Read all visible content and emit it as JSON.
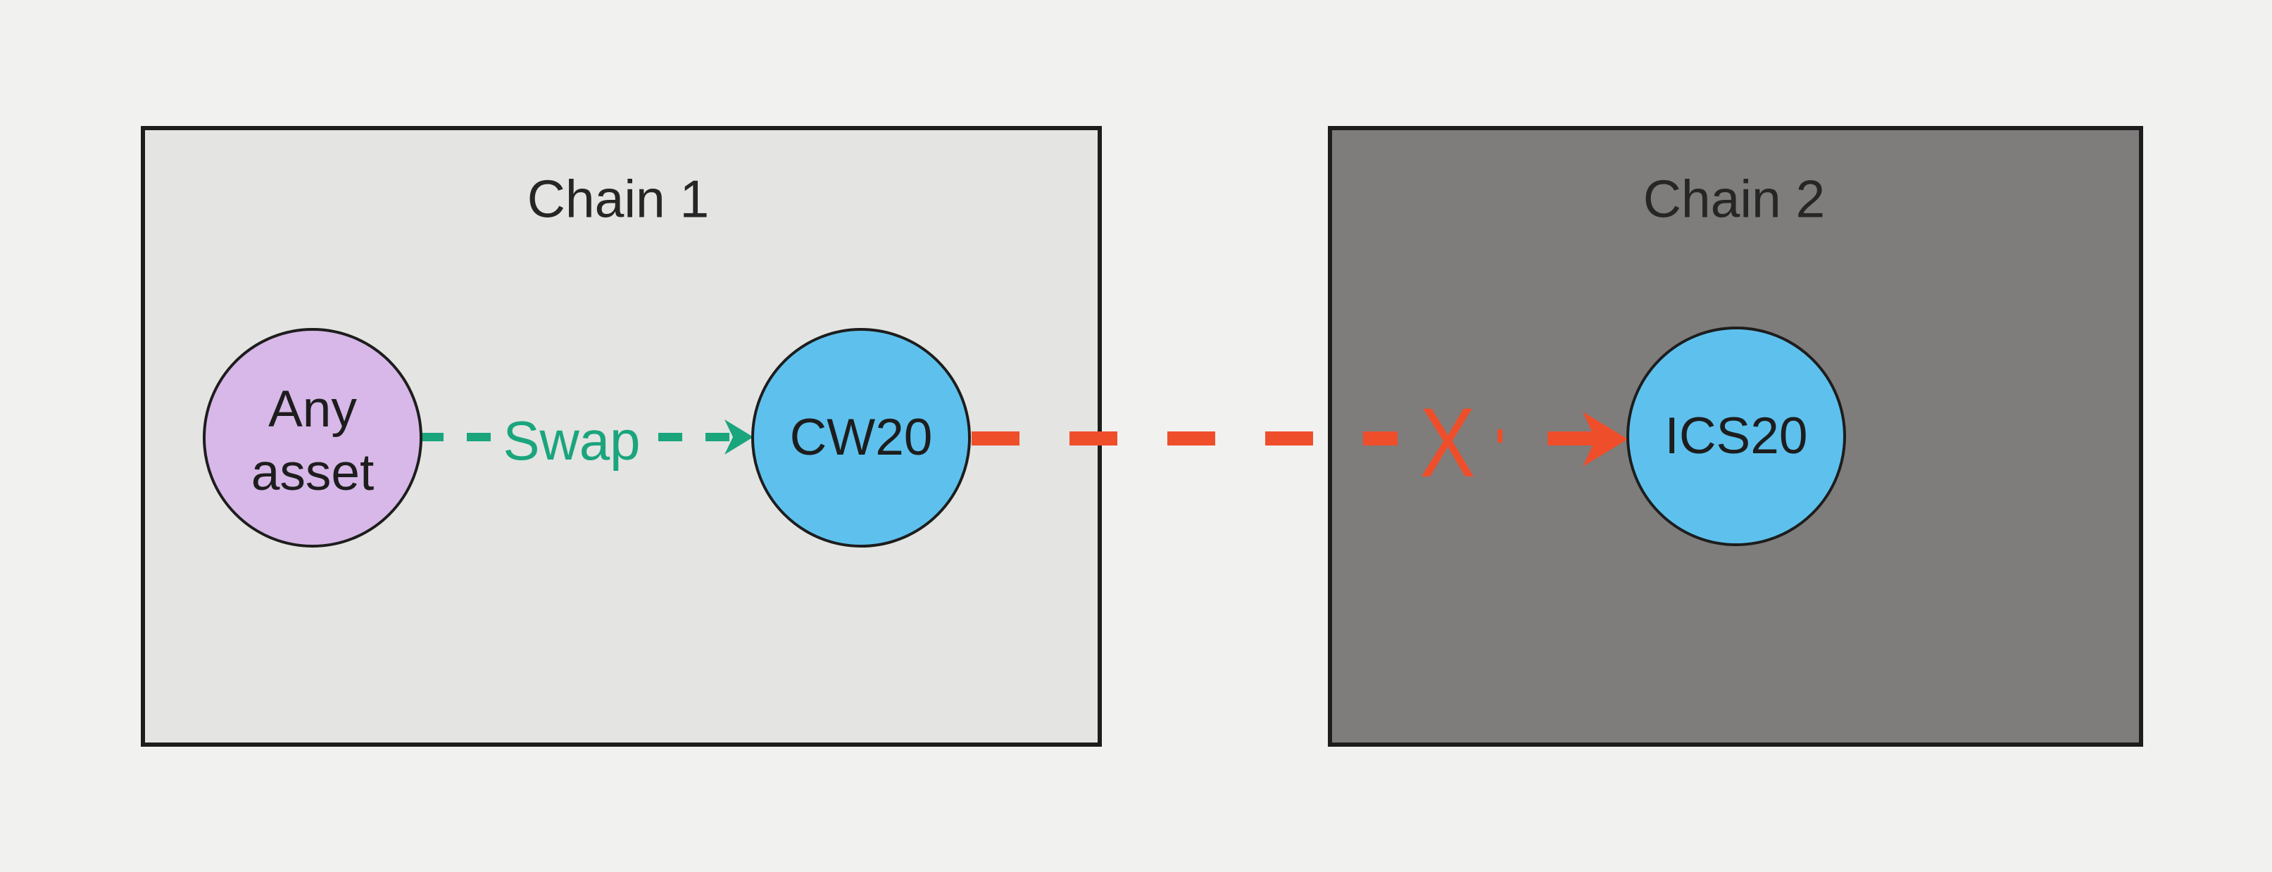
{
  "chains": {
    "chain1": {
      "title": "Chain 1"
    },
    "chain2": {
      "title": "Chain 2"
    }
  },
  "nodes": {
    "any_asset": {
      "line1": "Any",
      "line2": "asset"
    },
    "cw20": {
      "label": "CW20"
    },
    "ics20": {
      "label": "ICS20"
    }
  },
  "edges": {
    "swap": {
      "label": "Swap"
    },
    "blocked": {
      "marker": "X"
    }
  },
  "colors": {
    "background": "#f1f1ef",
    "chain1_fill": "#e4e4e2",
    "chain2_fill": "#7e7d7b",
    "outline": "#1d1d1d",
    "text": "#262626",
    "node_purple": "#d7b8e8",
    "node_blue": "#5ec1ed",
    "green": "#1aa57d",
    "red": "#ef4e2b"
  }
}
